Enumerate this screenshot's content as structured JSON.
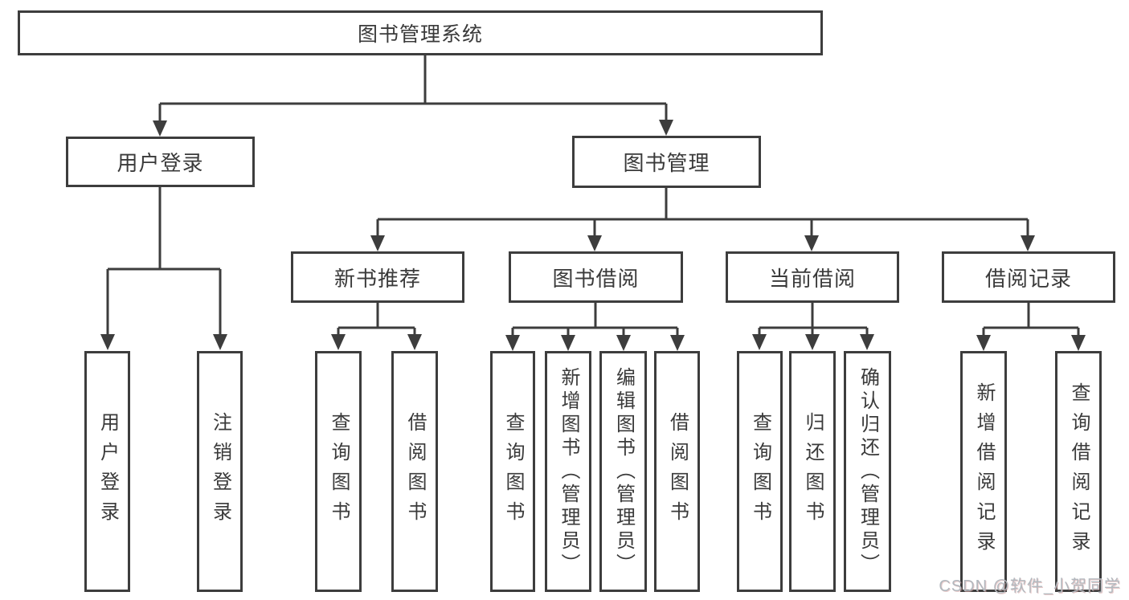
{
  "diagram": {
    "root": {
      "label": "图书管理系统"
    },
    "level2": [
      {
        "label": "用户登录"
      },
      {
        "label": "图书管理"
      }
    ],
    "level3": [
      {
        "label": "新书推荐"
      },
      {
        "label": "图书借阅"
      },
      {
        "label": "当前借阅"
      },
      {
        "label": "借阅记录"
      }
    ],
    "level4": [
      {
        "label": "用户登录"
      },
      {
        "label": "注销登录"
      },
      {
        "label": "查询图书"
      },
      {
        "label": "借阅图书"
      },
      {
        "label": "查询图书"
      },
      {
        "label": "新增图书（管理员）"
      },
      {
        "label": "编辑图书（管理员）"
      },
      {
        "label": "借阅图书"
      },
      {
        "label": "查询图书"
      },
      {
        "label": "归还图书"
      },
      {
        "label": "确认归还（管理员）"
      },
      {
        "label": "新增借阅记录"
      },
      {
        "label": "查询借阅记录"
      }
    ],
    "watermark": "CSDN @软件_小贺同学",
    "colors": {
      "line": "#3d3d3d",
      "text": "#3a3a3a",
      "box_background": "#ffffff",
      "watermark": "#b2b8be"
    }
  }
}
